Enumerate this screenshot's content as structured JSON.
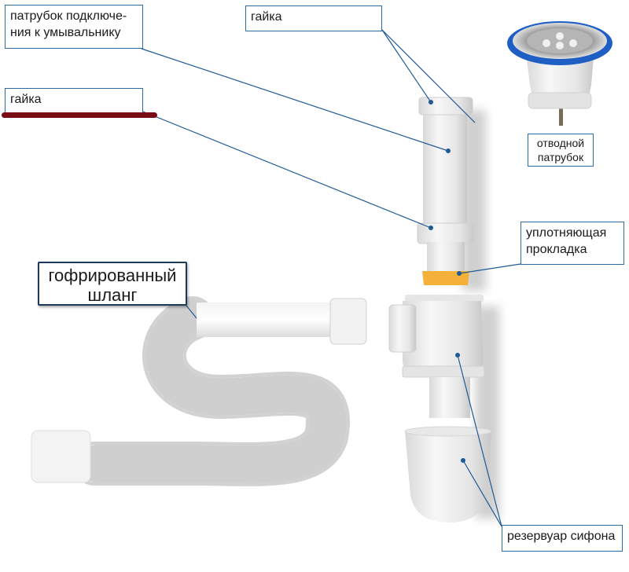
{
  "diagram": {
    "title": "Siphon components",
    "accent_color": "#2a6ca8",
    "underline_color": "#7a0a14",
    "gasket_color": "#f3b13a",
    "drain_ring_color": "#1f5fc4",
    "labels": {
      "sink_connector": [
        "патрубок подключе-",
        "ния к умывальнику"
      ],
      "nut_left": [
        "гайка"
      ],
      "nut_top": [
        "гайка"
      ],
      "outlet": [
        "отводной",
        "патрубок"
      ],
      "gasket": [
        "уплотняющая",
        "прокладка"
      ],
      "corrugated_hose": [
        "гофрированный",
        "шланг"
      ],
      "reservoir": [
        "резервуар сифона"
      ]
    }
  }
}
